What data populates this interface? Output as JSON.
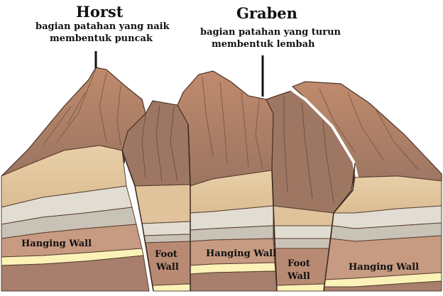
{
  "horst": {
    "title": "Horst",
    "desc_line1": "bagian patahan yang naik",
    "desc_line2": "membentuk puncak"
  },
  "graben": {
    "title": "Graben",
    "desc_line1": "bagian patahan yang turun",
    "desc_line2": "membentuk lembah"
  },
  "walls": {
    "hanging_left": "Hanging Wall",
    "foot_left_1": "Foot",
    "foot_left_2": "Wall",
    "hanging_center": "Hanging Wall",
    "foot_right_1": "Foot",
    "foot_right_2": "Wall",
    "hanging_right": "Hanging Wall"
  },
  "colors": {
    "mountain_top": "#b98468",
    "mountain_shadow": "#8f6a57",
    "strata_tan": "#e3c7a0",
    "strata_light": "#e2ddd3",
    "strata_gray": "#c9c2b6",
    "strata_brown": "#c79a82",
    "strata_cream": "#fbf2b8",
    "strata_dark": "#a77f6c"
  }
}
